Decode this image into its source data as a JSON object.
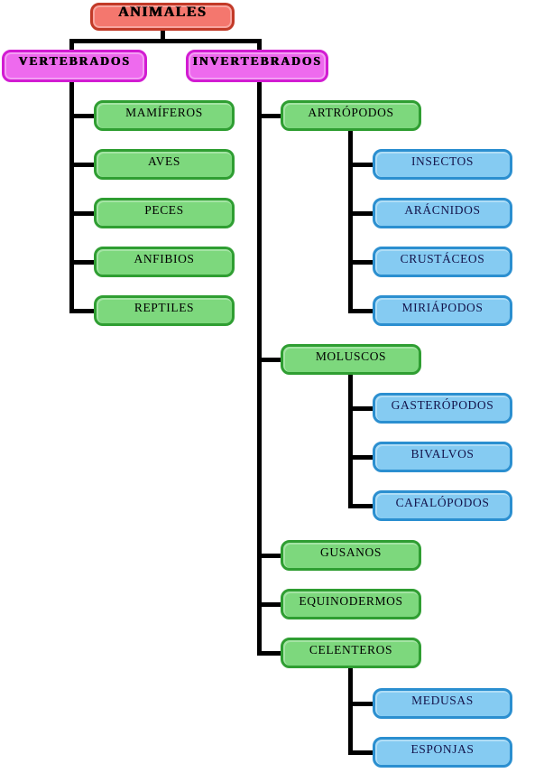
{
  "diagram": {
    "title": "ANIMALES",
    "root": {
      "label": "ANIMALES"
    },
    "groups": [
      {
        "label": "VERTEBRADOS",
        "children": [
          {
            "label": "MAMÍFEROS"
          },
          {
            "label": "AVES"
          },
          {
            "label": "PECES"
          },
          {
            "label": "ANFIBIOS"
          },
          {
            "label": "REPTILES"
          }
        ]
      },
      {
        "label": "INVERTEBRADOS",
        "children": [
          {
            "label": "ARTRÓPODOS",
            "children": [
              {
                "label": "INSECTOS"
              },
              {
                "label": "ARÁCNIDOS"
              },
              {
                "label": "CRUSTÁCEOS"
              },
              {
                "label": "MIRIÁPODOS"
              }
            ]
          },
          {
            "label": "MOLUSCOS",
            "children": [
              {
                "label": "GASTERÓPODOS"
              },
              {
                "label": "BIVALVOS"
              },
              {
                "label": "CAFALÓPODOS"
              }
            ]
          },
          {
            "label": "GUSANOS"
          },
          {
            "label": "EQUINODERMOS"
          },
          {
            "label": "CELENTEROS",
            "children": [
              {
                "label": "MEDUSAS"
              },
              {
                "label": "ESPONJAS"
              }
            ]
          }
        ]
      }
    ],
    "colors": {
      "root_fill": "#f4776e",
      "root_border": "#c23a28",
      "group_fill": "#ee6aee",
      "group_border": "#d21cd2",
      "class_fill": "#7dd87d",
      "class_border": "#2f9e32",
      "subclass_fill": "#85cbf2",
      "subclass_border": "#2b8fd0",
      "subclass_text": "#14144b",
      "connector": "#000000"
    }
  }
}
